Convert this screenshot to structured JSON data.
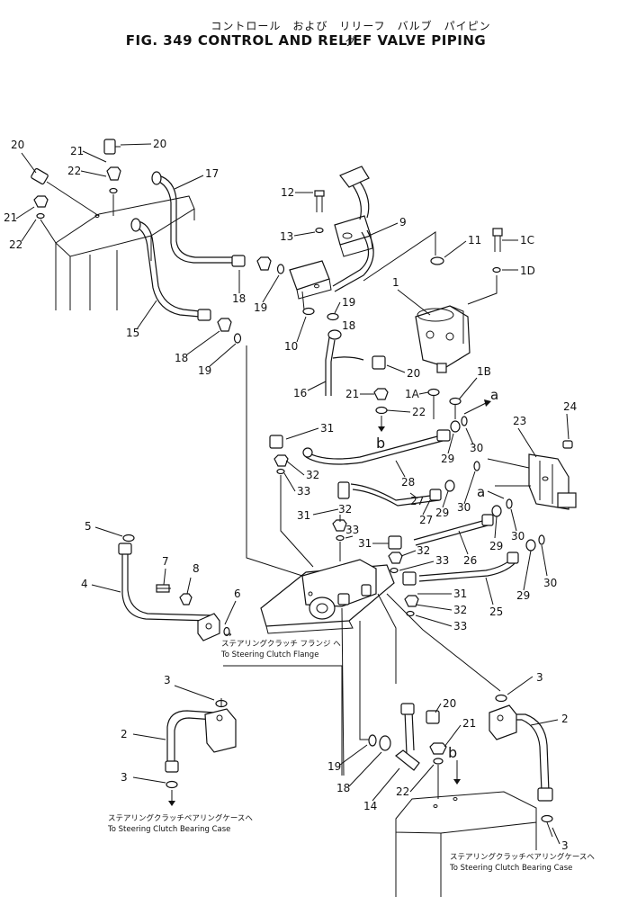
{
  "title": {
    "jp": "コントロール　および　リリーフ　バルブ　パイピング",
    "en": "FIG. 349  CONTROL  AND  RELIEF  VALVE  PIPING"
  },
  "labels": {
    "20": "20",
    "21": "21",
    "22": "22",
    "17": "17",
    "15": "15",
    "18": "18",
    "19": "19",
    "12": "12",
    "13": "13",
    "9": "9",
    "11": "11",
    "1C": "1C",
    "1D": "1D",
    "1": "1",
    "10": "10",
    "16": "16",
    "1A": "1A",
    "1B": "1B",
    "a": "a",
    "b": "b",
    "31": "31",
    "32": "32",
    "33": "33",
    "28": "28",
    "29": "29",
    "30": "30",
    "23": "23",
    "24": "24",
    "27": "27",
    "26": "26",
    "25": "25",
    "5": "5",
    "4": "4",
    "7": "7",
    "8": "8",
    "6": "6",
    "3": "3",
    "2": "2",
    "14": "14"
  },
  "notes": {
    "flange_jp": "ステアリングクラッチ フランジ へ",
    "flange_en": "To Steering Clutch Flange",
    "bearing_jp": "ステアリングクラッチベアリングケースへ",
    "bearing_en": "To Steering Clutch Bearing Case"
  }
}
